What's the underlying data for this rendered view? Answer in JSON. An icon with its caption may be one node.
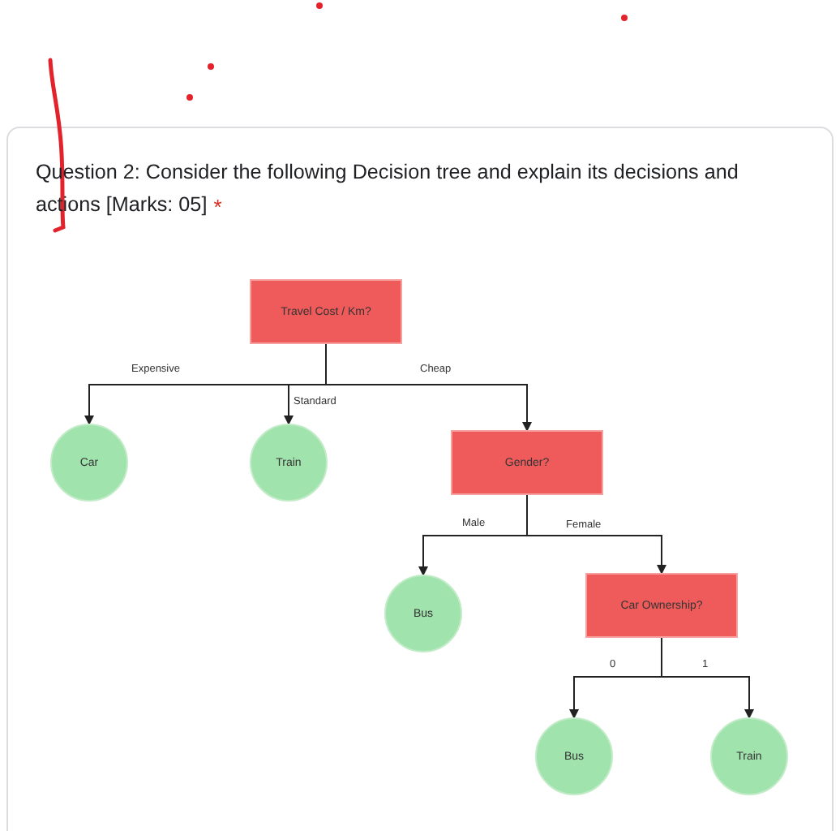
{
  "diagram": {
    "title": "Question 2: Consider the following Decision tree and explain its decisions and actions [Marks: 05]",
    "nodes": [
      {
        "text": [
          "Travel Cost / Km?"
        ]
      },
      {
        "text": [
          "Car"
        ]
      },
      {
        "text": [
          "Train"
        ]
      },
      {
        "text": [
          "Gender?"
        ]
      },
      {
        "text": [
          "Bus"
        ]
      },
      {
        "text": [
          "Car Ownership?"
        ]
      },
      {
        "text": [
          "Bus"
        ]
      },
      {
        "text": [
          "Train"
        ]
      }
    ],
    "edges": [
      {
        "from": 0,
        "to": 1,
        "arrow": "to",
        "label": "Expensive"
      },
      {
        "from": 0,
        "to": 2,
        "arrow": "to",
        "label": "Standard"
      },
      {
        "from": 0,
        "to": 3,
        "arrow": "to",
        "label": "Cheap"
      },
      {
        "from": 3,
        "to": 4,
        "arrow": "to",
        "label": "Male"
      },
      {
        "from": 3,
        "to": 5,
        "arrow": "to",
        "label": "Female"
      },
      {
        "from": 5,
        "to": 6,
        "arrow": "to",
        "label": "0"
      },
      {
        "from": 5,
        "to": 7,
        "arrow": "to",
        "label": "1"
      }
    ],
    "labels": [
      "*"
    ]
  }
}
